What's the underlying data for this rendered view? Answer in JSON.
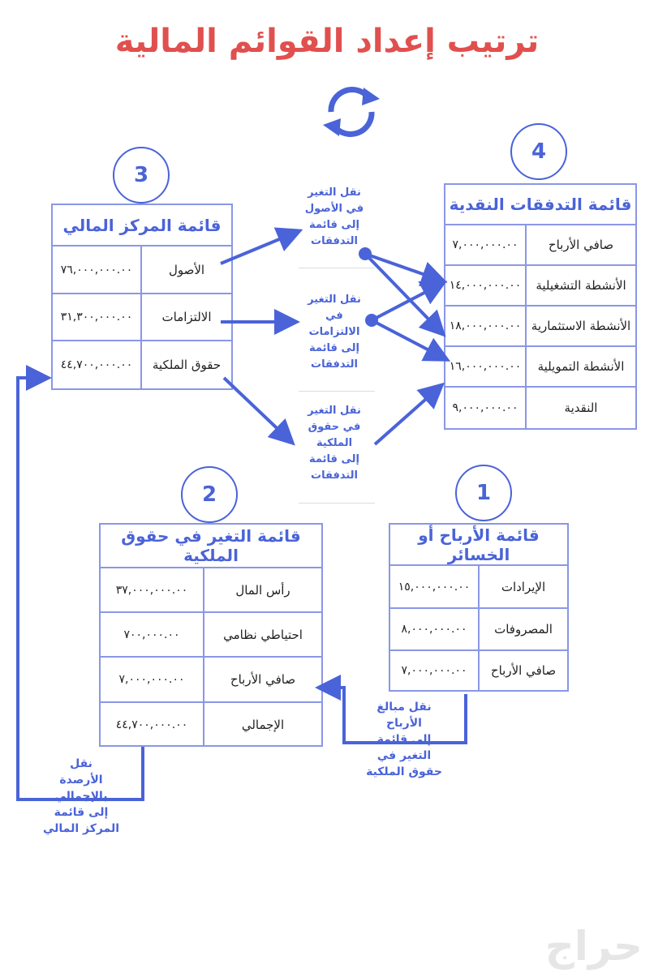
{
  "title": "ترتيب إعداد القوائم المالية",
  "colors": {
    "accent": "#4a63d8",
    "title": "#e0504e",
    "border": "#8a97e6"
  },
  "cycle_icon": "refresh-arrows-icon",
  "steps": {
    "s1": "1",
    "s2": "2",
    "s3": "3",
    "s4": "4"
  },
  "balance_sheet": {
    "title": "قائمة المركز المالي",
    "rows": [
      {
        "label": "الأصول",
        "value": "٧٦,٠٠٠,٠٠٠.٠٠"
      },
      {
        "label": "الالتزامات",
        "value": "٣١,٣٠٠,٠٠٠.٠٠"
      },
      {
        "label": "حقوق الملكية",
        "value": "٤٤,٧٠٠,٠٠٠.٠٠"
      }
    ]
  },
  "cash_flow": {
    "title": "قائمة التدفقات النقدية",
    "rows": [
      {
        "label": "صافي الأرباح",
        "value": "٧,٠٠٠,٠٠٠.٠٠"
      },
      {
        "label": "الأنشطة التشغيلية",
        "value": "١٤,٠٠٠,٠٠٠.٠٠"
      },
      {
        "label": "الأنشطة الاستثمارية",
        "value": "١٨,٠٠٠,٠٠٠.٠٠"
      },
      {
        "label": "الأنشطة التمويلية",
        "value": "١٦,٠٠٠,٠٠٠.٠٠"
      },
      {
        "label": "النقدية",
        "value": "٩,٠٠٠,٠٠٠.٠٠"
      }
    ]
  },
  "equity": {
    "title": "قائمة التغير في حقوق الملكية",
    "rows": [
      {
        "label": "رأس المال",
        "value": "٣٧,٠٠٠,٠٠٠.٠٠"
      },
      {
        "label": "احتياطي نظامي",
        "value": "٧٠٠,٠٠٠.٠٠"
      },
      {
        "label": "صافي الأرباح",
        "value": "٧,٠٠٠,٠٠٠.٠٠"
      },
      {
        "label": "الإجمالي",
        "value": "٤٤,٧٠٠,٠٠٠.٠٠"
      }
    ]
  },
  "income": {
    "title": "قائمة الأرباح أو الخسائر",
    "rows": [
      {
        "label": "الإيرادات",
        "value": "١٥,٠٠٠,٠٠٠.٠٠"
      },
      {
        "label": "المصروفات",
        "value": "٨,٠٠٠,٠٠٠.٠٠"
      },
      {
        "label": "صافي الأرباح",
        "value": "٧,٠٠٠,٠٠٠.٠٠"
      }
    ]
  },
  "notes": {
    "assets": [
      "نقل التغير",
      "في الأصول",
      "إلى قائمة",
      "التدفقات"
    ],
    "liabilities": [
      "نقل التغير",
      "في",
      "الالتزامات",
      "إلى قائمة",
      "التدفقات"
    ],
    "equity": [
      "نقل التغير",
      "في حقوق",
      "الملكية",
      "إلى قائمة",
      "التدفقات"
    ],
    "profit": [
      "نقل مبالغ",
      "الأرباح",
      "إلى قائمة",
      "التغير في",
      "حقوق الملكية"
    ],
    "balances": [
      "نقل",
      "الأرصدة",
      "بالإجمالي",
      "إلى قائمة",
      "المركز المالي"
    ]
  },
  "watermark": "حراج"
}
